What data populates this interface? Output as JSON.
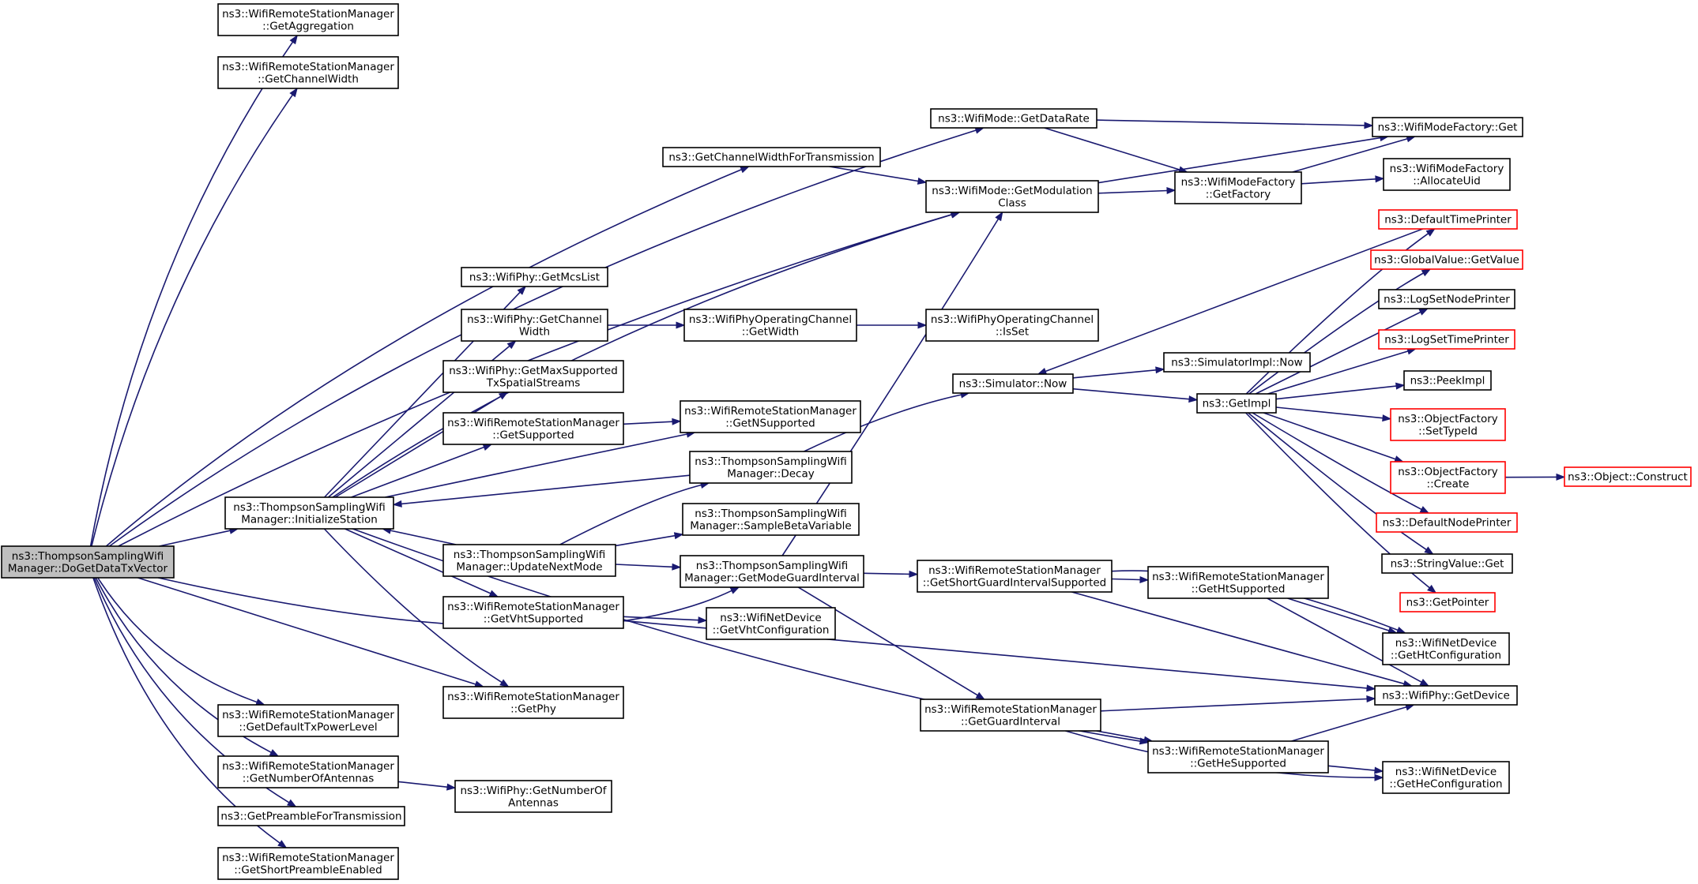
{
  "colors": {
    "edge": "#191970",
    "node_border": "#000000",
    "truncated_node_border": "#ff0000",
    "root_fill": "#bfbfbf",
    "background": "#ffffff"
  },
  "nodes": [
    {
      "id": "root",
      "lines": [
        "ns3::ThompsonSamplingWifi",
        "Manager::DoGetDataTxVector"
      ],
      "style": "root"
    },
    {
      "id": "getAggregation",
      "lines": [
        "ns3::WifiRemoteStationManager",
        "::GetAggregation"
      ]
    },
    {
      "id": "getChannelWidthRSM",
      "lines": [
        "ns3::WifiRemoteStationManager",
        "::GetChannelWidth"
      ]
    },
    {
      "id": "getDataRate",
      "lines": [
        "ns3::WifiMode::GetDataRate"
      ]
    },
    {
      "id": "getChWidthForTx",
      "lines": [
        "ns3::GetChannelWidthForTransmission"
      ]
    },
    {
      "id": "getModulationClass",
      "lines": [
        "ns3::WifiMode::GetModulation",
        "Class"
      ]
    },
    {
      "id": "wifiModeFactoryGet",
      "lines": [
        "ns3::WifiModeFactory::Get"
      ]
    },
    {
      "id": "getFactory",
      "lines": [
        "ns3::WifiModeFactory",
        "::GetFactory"
      ]
    },
    {
      "id": "allocateUid",
      "lines": [
        "ns3::WifiModeFactory",
        "::AllocateUid"
      ]
    },
    {
      "id": "defaultTimePrinter",
      "lines": [
        "ns3::DefaultTimePrinter"
      ],
      "style": "truncated"
    },
    {
      "id": "globalValueGetValue",
      "lines": [
        "ns3::GlobalValue::GetValue"
      ],
      "style": "truncated"
    },
    {
      "id": "logSetNodePrinter",
      "lines": [
        "ns3::LogSetNodePrinter"
      ]
    },
    {
      "id": "logSetTimePrinter",
      "lines": [
        "ns3::LogSetTimePrinter"
      ],
      "style": "truncated"
    },
    {
      "id": "peekImpl",
      "lines": [
        "ns3::PeekImpl"
      ]
    },
    {
      "id": "setTypeId",
      "lines": [
        "ns3::ObjectFactory",
        "::SetTypeId"
      ],
      "style": "truncated"
    },
    {
      "id": "objectFactoryCreate",
      "lines": [
        "ns3::ObjectFactory",
        "::Create"
      ],
      "style": "truncated"
    },
    {
      "id": "objectConstruct",
      "lines": [
        "ns3::Object::Construct"
      ],
      "style": "truncated"
    },
    {
      "id": "defaultNodePrinter",
      "lines": [
        "ns3::DefaultNodePrinter"
      ],
      "style": "truncated"
    },
    {
      "id": "stringValueGet",
      "lines": [
        "ns3::StringValue::Get"
      ]
    },
    {
      "id": "getPointer",
      "lines": [
        "ns3::GetPointer"
      ],
      "style": "truncated"
    },
    {
      "id": "getHtConfiguration",
      "lines": [
        "ns3::WifiNetDevice",
        "::GetHtConfiguration"
      ]
    },
    {
      "id": "wifiPhyGetDevice",
      "lines": [
        "ns3::WifiPhy::GetDevice"
      ]
    },
    {
      "id": "getHeConfiguration",
      "lines": [
        "ns3::WifiNetDevice",
        "::GetHeConfiguration"
      ]
    },
    {
      "id": "getMcsList",
      "lines": [
        "ns3::WifiPhy::GetMcsList"
      ]
    },
    {
      "id": "wifiPhyGetChannelWidth",
      "lines": [
        "ns3::WifiPhy::GetChannel",
        "Width"
      ]
    },
    {
      "id": "opChannelGetWidth",
      "lines": [
        "ns3::WifiPhyOperatingChannel",
        "::GetWidth"
      ]
    },
    {
      "id": "opChannelIsSet",
      "lines": [
        "ns3::WifiPhyOperatingChannel",
        "::IsSet"
      ]
    },
    {
      "id": "getMaxSupportedTxSS",
      "lines": [
        "ns3::WifiPhy::GetMaxSupported",
        "TxSpatialStreams"
      ]
    },
    {
      "id": "getSupported",
      "lines": [
        "ns3::WifiRemoteStationManager",
        "::GetSupported"
      ]
    },
    {
      "id": "getNSupported",
      "lines": [
        "ns3::WifiRemoteStationManager",
        "::GetNSupported"
      ]
    },
    {
      "id": "simulatorNow",
      "lines": [
        "ns3::Simulator::Now"
      ]
    },
    {
      "id": "simulatorImplNow",
      "lines": [
        "ns3::SimulatorImpl::Now"
      ]
    },
    {
      "id": "getImpl",
      "lines": [
        "ns3::GetImpl"
      ]
    },
    {
      "id": "decay",
      "lines": [
        "ns3::ThompsonSamplingWifi",
        "Manager::Decay"
      ]
    },
    {
      "id": "initializeStation",
      "lines": [
        "ns3::ThompsonSamplingWifi",
        "Manager::InitializeStation"
      ]
    },
    {
      "id": "sampleBetaVariable",
      "lines": [
        "ns3::ThompsonSamplingWifi",
        "Manager::SampleBetaVariable"
      ]
    },
    {
      "id": "updateNextMode",
      "lines": [
        "ns3::ThompsonSamplingWifi",
        "Manager::UpdateNextMode"
      ]
    },
    {
      "id": "getModeGuardInterval",
      "lines": [
        "ns3::ThompsonSamplingWifi",
        "Manager::GetModeGuardInterval"
      ]
    },
    {
      "id": "getShortGISupported",
      "lines": [
        "ns3::WifiRemoteStationManager",
        "::GetShortGuardIntervalSupported"
      ]
    },
    {
      "id": "getHtSupported",
      "lines": [
        "ns3::WifiRemoteStationManager",
        "::GetHtSupported"
      ]
    },
    {
      "id": "getVhtSupported",
      "lines": [
        "ns3::WifiRemoteStationManager",
        "::GetVhtSupported"
      ]
    },
    {
      "id": "getVhtConfiguration",
      "lines": [
        "ns3::WifiNetDevice",
        "::GetVhtConfiguration"
      ]
    },
    {
      "id": "getPhy",
      "lines": [
        "ns3::WifiRemoteStationManager",
        "::GetPhy"
      ]
    },
    {
      "id": "getGuardInterval",
      "lines": [
        "ns3::WifiRemoteStationManager",
        "::GetGuardInterval"
      ]
    },
    {
      "id": "getHeSupported",
      "lines": [
        "ns3::WifiRemoteStationManager",
        "::GetHeSupported"
      ]
    },
    {
      "id": "getDefaultTxPowerLevel",
      "lines": [
        "ns3::WifiRemoteStationManager",
        "::GetDefaultTxPowerLevel"
      ]
    },
    {
      "id": "getNumberOfAntennas",
      "lines": [
        "ns3::WifiRemoteStationManager",
        "::GetNumberOfAntennas"
      ]
    },
    {
      "id": "wifiPhyGetNumberOfAntennas",
      "lines": [
        "ns3::WifiPhy::GetNumberOf",
        "Antennas"
      ]
    },
    {
      "id": "getPreambleForTx",
      "lines": [
        "ns3::GetPreambleForTransmission"
      ]
    },
    {
      "id": "getShortPreambleEnabled",
      "lines": [
        "ns3::WifiRemoteStationManager",
        "::GetShortPreambleEnabled"
      ]
    }
  ],
  "edges": [
    [
      "root",
      "getAggregation"
    ],
    [
      "root",
      "getChannelWidthRSM"
    ],
    [
      "root",
      "getDataRate"
    ],
    [
      "root",
      "getChWidthForTx"
    ],
    [
      "root",
      "getModulationClass"
    ],
    [
      "root",
      "initializeStation"
    ],
    [
      "root",
      "getPhy"
    ],
    [
      "root",
      "getModeGuardInterval"
    ],
    [
      "root",
      "getDefaultTxPowerLevel"
    ],
    [
      "root",
      "getNumberOfAntennas"
    ],
    [
      "root",
      "getPreambleForTx"
    ],
    [
      "root",
      "getShortPreambleEnabled"
    ],
    [
      "getDataRate",
      "wifiModeFactoryGet"
    ],
    [
      "getDataRate",
      "getFactory"
    ],
    [
      "getChWidthForTx",
      "getModulationClass"
    ],
    [
      "getModulationClass",
      "wifiModeFactoryGet"
    ],
    [
      "getModulationClass",
      "getFactory"
    ],
    [
      "getFactory",
      "wifiModeFactoryGet"
    ],
    [
      "getFactory",
      "allocateUid"
    ],
    [
      "initializeStation",
      "getModulationClass"
    ],
    [
      "initializeStation",
      "getMcsList"
    ],
    [
      "initializeStation",
      "wifiPhyGetChannelWidth"
    ],
    [
      "initializeStation",
      "getMaxSupportedTxSS"
    ],
    [
      "initializeStation",
      "getSupported"
    ],
    [
      "initializeStation",
      "getNSupported"
    ],
    [
      "initializeStation",
      "getVhtSupported"
    ],
    [
      "initializeStation",
      "getPhy"
    ],
    [
      "initializeStation",
      "getHeSupported"
    ],
    [
      "wifiPhyGetChannelWidth",
      "opChannelGetWidth"
    ],
    [
      "opChannelGetWidth",
      "opChannelIsSet"
    ],
    [
      "getSupported",
      "getNSupported"
    ],
    [
      "decay",
      "initializeStation"
    ],
    [
      "decay",
      "simulatorNow"
    ],
    [
      "updateNextMode",
      "initializeStation"
    ],
    [
      "updateNextMode",
      "decay"
    ],
    [
      "updateNextMode",
      "sampleBetaVariable"
    ],
    [
      "updateNextMode",
      "getModeGuardInterval"
    ],
    [
      "getModeGuardInterval",
      "getModulationClass"
    ],
    [
      "getModeGuardInterval",
      "getShortGISupported"
    ],
    [
      "getModeGuardInterval",
      "getGuardInterval"
    ],
    [
      "simulatorNow",
      "simulatorImplNow"
    ],
    [
      "simulatorNow",
      "getImpl"
    ],
    [
      "defaultTimePrinter",
      "simulatorNow"
    ],
    [
      "getImpl",
      "defaultTimePrinter"
    ],
    [
      "getImpl",
      "globalValueGetValue"
    ],
    [
      "getImpl",
      "logSetNodePrinter"
    ],
    [
      "getImpl",
      "logSetTimePrinter"
    ],
    [
      "getImpl",
      "peekImpl"
    ],
    [
      "getImpl",
      "setTypeId"
    ],
    [
      "getImpl",
      "objectFactoryCreate"
    ],
    [
      "getImpl",
      "defaultNodePrinter"
    ],
    [
      "getImpl",
      "stringValueGet"
    ],
    [
      "getImpl",
      "getPointer"
    ],
    [
      "objectFactoryCreate",
      "objectConstruct"
    ],
    [
      "getShortGISupported",
      "getHtSupported"
    ],
    [
      "getShortGISupported",
      "getHtConfiguration"
    ],
    [
      "getShortGISupported",
      "wifiPhyGetDevice"
    ],
    [
      "getHtSupported",
      "getHtConfiguration"
    ],
    [
      "getHtSupported",
      "wifiPhyGetDevice"
    ],
    [
      "getVhtSupported",
      "getVhtConfiguration"
    ],
    [
      "getVhtSupported",
      "wifiPhyGetDevice"
    ],
    [
      "getGuardInterval",
      "wifiPhyGetDevice"
    ],
    [
      "getGuardInterval",
      "getHeSupported"
    ],
    [
      "getGuardInterval",
      "getHeConfiguration"
    ],
    [
      "getHeSupported",
      "wifiPhyGetDevice"
    ],
    [
      "getHeSupported",
      "getHeConfiguration"
    ],
    [
      "getNumberOfAntennas",
      "wifiPhyGetNumberOfAntennas"
    ]
  ]
}
